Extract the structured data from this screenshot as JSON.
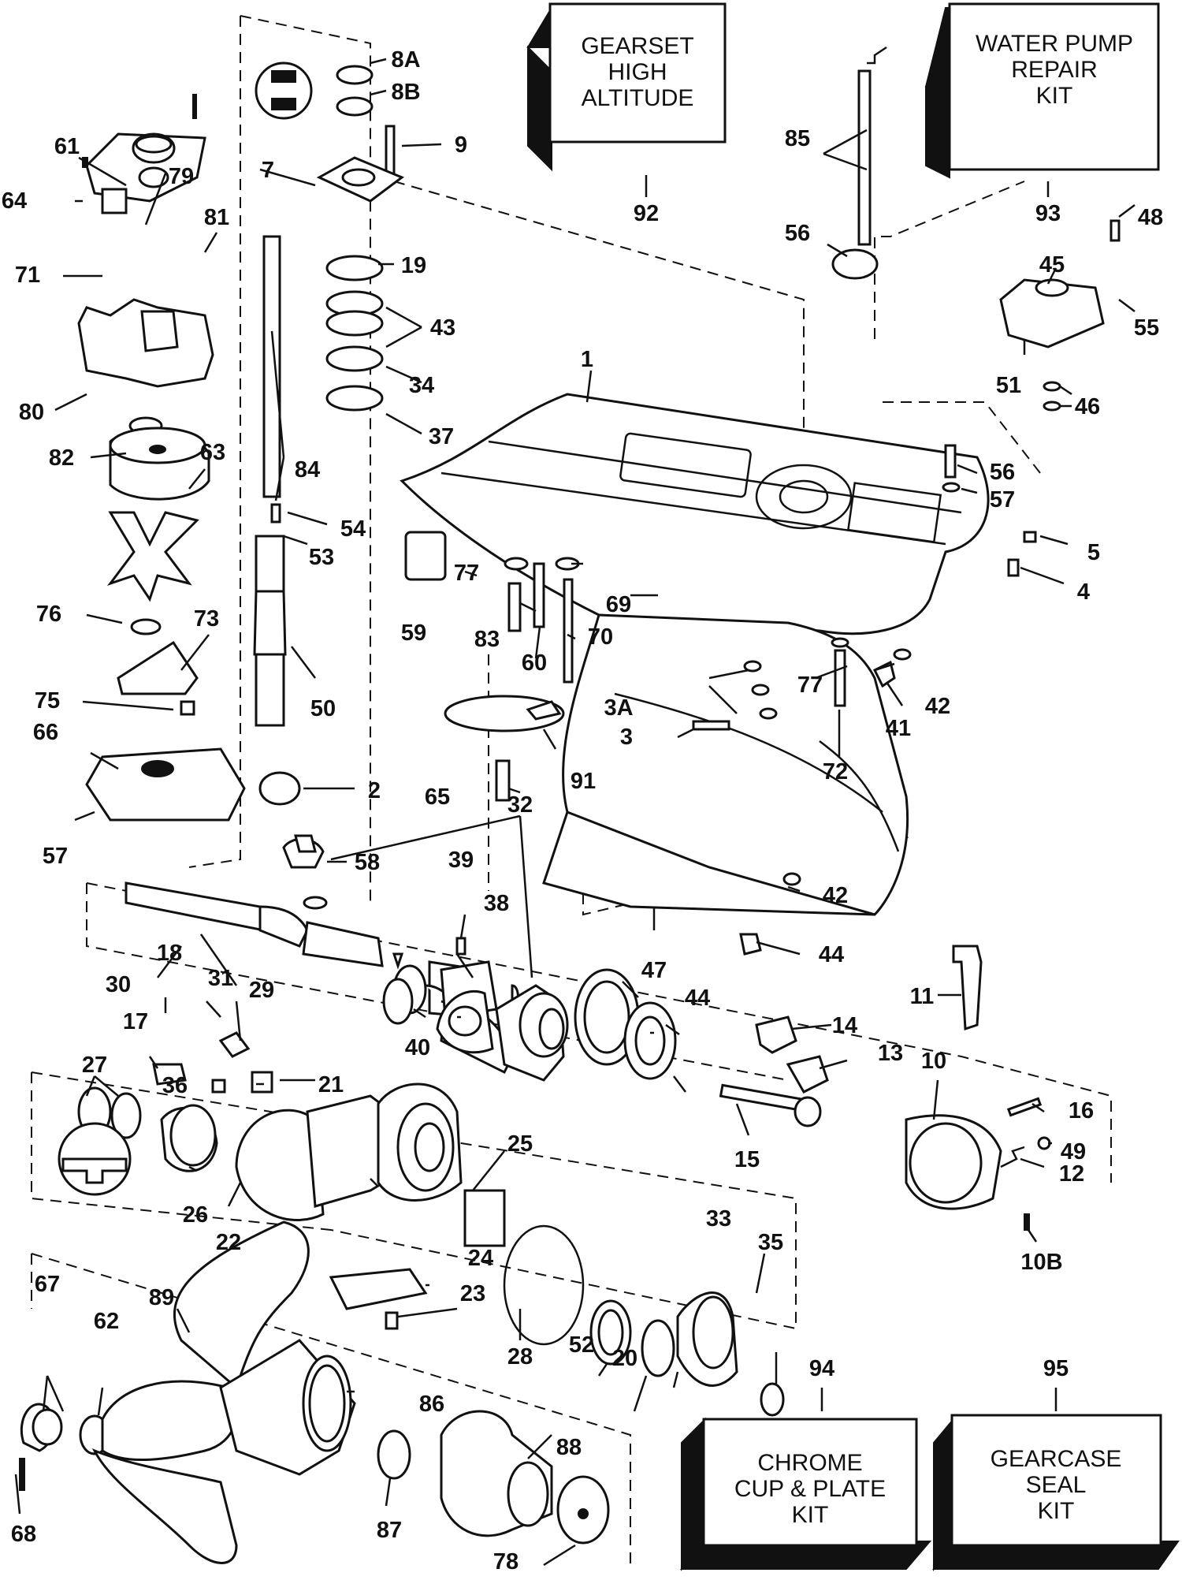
{
  "kits": [
    {
      "id": "gearset",
      "lines": [
        "GEARSET",
        "HIGH",
        "ALTITUDE"
      ],
      "number": "92"
    },
    {
      "id": "water-pump",
      "lines": [
        "WATER PUMP",
        "REPAIR",
        "KIT"
      ],
      "number": "93"
    },
    {
      "id": "chrome-cup",
      "lines": [
        "CHROME",
        "CUP & PLATE",
        "KIT"
      ],
      "number": "94"
    },
    {
      "id": "gearcase-seal",
      "lines": [
        "GEARCASE",
        "SEAL",
        "KIT"
      ],
      "number": "95"
    }
  ],
  "labels": {
    "n1": "1",
    "n2": "2",
    "n3": "3",
    "n3A": "3A",
    "n4": "4",
    "n5": "5",
    "n7": "7",
    "n8A": "8A",
    "n8B": "8B",
    "n9": "9",
    "n10": "10",
    "n10B": "10B",
    "n11": "11",
    "n12": "12",
    "n13": "13",
    "n14": "14",
    "n15": "15",
    "n16": "16",
    "n17": "17",
    "n18": "18",
    "n19": "19",
    "n20": "20",
    "n21": "21",
    "n22": "22",
    "n23": "23",
    "n24": "24",
    "n25": "25",
    "n26": "26",
    "n27": "27",
    "n28": "28",
    "n29": "29",
    "n30": "30",
    "n31": "31",
    "n32": "32",
    "n33": "33",
    "n34": "34",
    "n35": "35",
    "n36": "36",
    "n37": "37",
    "n38": "38",
    "n39": "39",
    "n40": "40",
    "n41": "41",
    "n42a": "42",
    "n42b": "42",
    "n43": "43",
    "n44a": "44",
    "n44b": "44",
    "n45": "45",
    "n46": "46",
    "n47": "47",
    "n48": "48",
    "n49": "49",
    "n50": "50",
    "n51": "51",
    "n52": "52",
    "n53": "53",
    "n54": "54",
    "n55": "55",
    "n56a": "56",
    "n56b": "56",
    "n57a": "57",
    "n57b": "57",
    "n58": "58",
    "n59": "59",
    "n60": "60",
    "n61": "61",
    "n62": "62",
    "n63": "63",
    "n64": "64",
    "n65": "65",
    "n66": "66",
    "n67": "67",
    "n68": "68",
    "n69": "69",
    "n70": "70",
    "n71": "71",
    "n72": "72",
    "n73": "73",
    "n75": "75",
    "n76": "76",
    "n77a": "77",
    "n77b": "77",
    "n78": "78",
    "n79": "79",
    "n80": "80",
    "n81": "81",
    "n82": "82",
    "n83": "83",
    "n84": "84",
    "n85": "85",
    "n86": "86",
    "n87": "87",
    "n88": "88",
    "n89": "89",
    "n91": "91"
  }
}
